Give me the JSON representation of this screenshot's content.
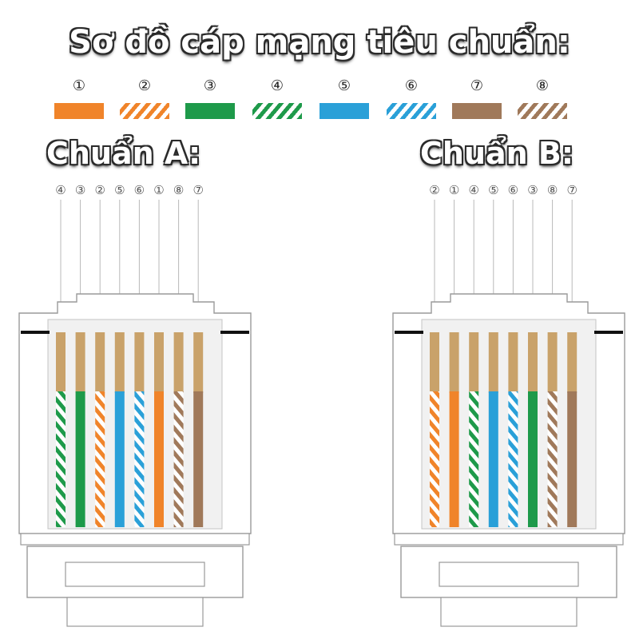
{
  "title": "Sơ đồ cáp mạng tiêu chuẩn:",
  "colors": {
    "orange": "#f0842a",
    "green": "#1e9a4a",
    "blue": "#2aa0d8",
    "brown": "#a0795a",
    "white": "#ffffff",
    "copper": "#c9a26a"
  },
  "legend": [
    {
      "num": "①",
      "color": "orange",
      "striped": false
    },
    {
      "num": "②",
      "color": "orange",
      "striped": true
    },
    {
      "num": "③",
      "color": "green",
      "striped": false
    },
    {
      "num": "④",
      "color": "green",
      "striped": true
    },
    {
      "num": "⑤",
      "color": "blue",
      "striped": false
    },
    {
      "num": "⑥",
      "color": "blue",
      "striped": true
    },
    {
      "num": "⑦",
      "color": "brown",
      "striped": false
    },
    {
      "num": "⑧",
      "color": "brown",
      "striped": true
    }
  ],
  "standards": [
    {
      "label": "Chuẩn A:",
      "pins": [
        "④",
        "③",
        "②",
        "⑤",
        "⑥",
        "①",
        "⑧",
        "⑦"
      ],
      "wires": [
        4,
        3,
        2,
        5,
        6,
        1,
        8,
        7
      ]
    },
    {
      "label": "Chuẩn B:",
      "pins": [
        "②",
        "①",
        "④",
        "⑤",
        "⑥",
        "③",
        "⑧",
        "⑦"
      ],
      "wires": [
        2,
        1,
        4,
        5,
        6,
        3,
        8,
        7
      ]
    }
  ]
}
